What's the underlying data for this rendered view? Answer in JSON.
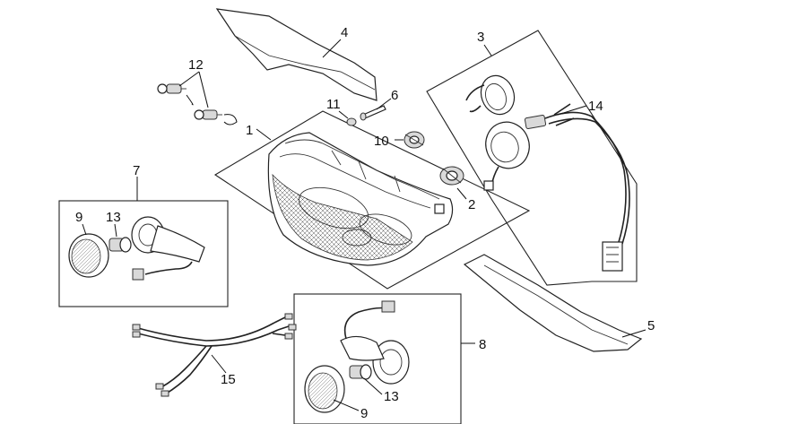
{
  "callouts": {
    "n1": "1",
    "n2": "2",
    "n3": "3",
    "n4": "4",
    "n5": "5",
    "n6": "6",
    "n7": "7",
    "n8": "8",
    "n9a": "9",
    "n9b": "9",
    "n10": "10",
    "n11": "11",
    "n12": "12",
    "n13a": "13",
    "n13b": "13",
    "n14": "14",
    "n15": "15"
  }
}
